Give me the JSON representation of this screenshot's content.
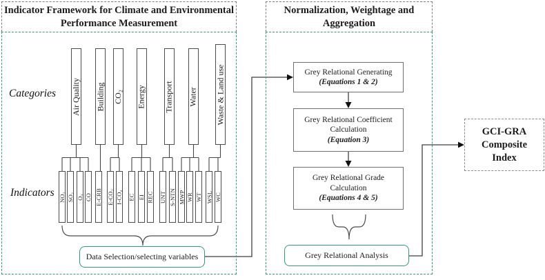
{
  "colors": {
    "accent_green": "#2F9E78",
    "box_border_gray": "#6F6F6F",
    "dark_line": "#3F3F3F"
  },
  "left_panel": {
    "title_lines": [
      "Indicator Framework for Climate and Environmental",
      "Performance Measurement"
    ],
    "categories_label": "Categories",
    "indicators_label": "Indicators",
    "groups": [
      {
        "category": "Air Quality",
        "indicators": [
          "NO₂",
          "SO₂",
          "O₃",
          "CO"
        ]
      },
      {
        "category": "Building",
        "indicators": [
          "E-CRB"
        ]
      },
      {
        "category": "CO₂",
        "indicators": [
          "E-CO₂",
          "I-CO₂"
        ]
      },
      {
        "category": "Energy",
        "indicators": [
          "EC",
          "EI",
          "REC"
        ]
      },
      {
        "category": "Transport",
        "indicators": [
          "UNT",
          "S-NTN"
        ]
      },
      {
        "category": "Water",
        "indicators": [
          "MWP",
          "WR",
          "WT"
        ]
      },
      {
        "category": "Waste & Land use",
        "indicators": [
          "WSL",
          "WC"
        ]
      }
    ],
    "data_selection_label": "Data Selection/selecting variables"
  },
  "middle_panel": {
    "title_lines": [
      "Normalization, Weightage and",
      "Aggregation"
    ],
    "steps": [
      {
        "lines": [
          "Grey Relational Generating"
        ],
        "equation": "(Equations 1 & 2)"
      },
      {
        "lines": [
          "Grey Relational Coefficient",
          "Calculation"
        ],
        "equation": "(Equation 3)"
      },
      {
        "lines": [
          "Grey Relational Grade",
          "Calculation"
        ],
        "equation": "(Equations 4 & 5)"
      }
    ],
    "result_label": "Grey Relational Analysis"
  },
  "output_box": {
    "lines": [
      "GCI-GRA",
      "Composite",
      "Index"
    ]
  }
}
